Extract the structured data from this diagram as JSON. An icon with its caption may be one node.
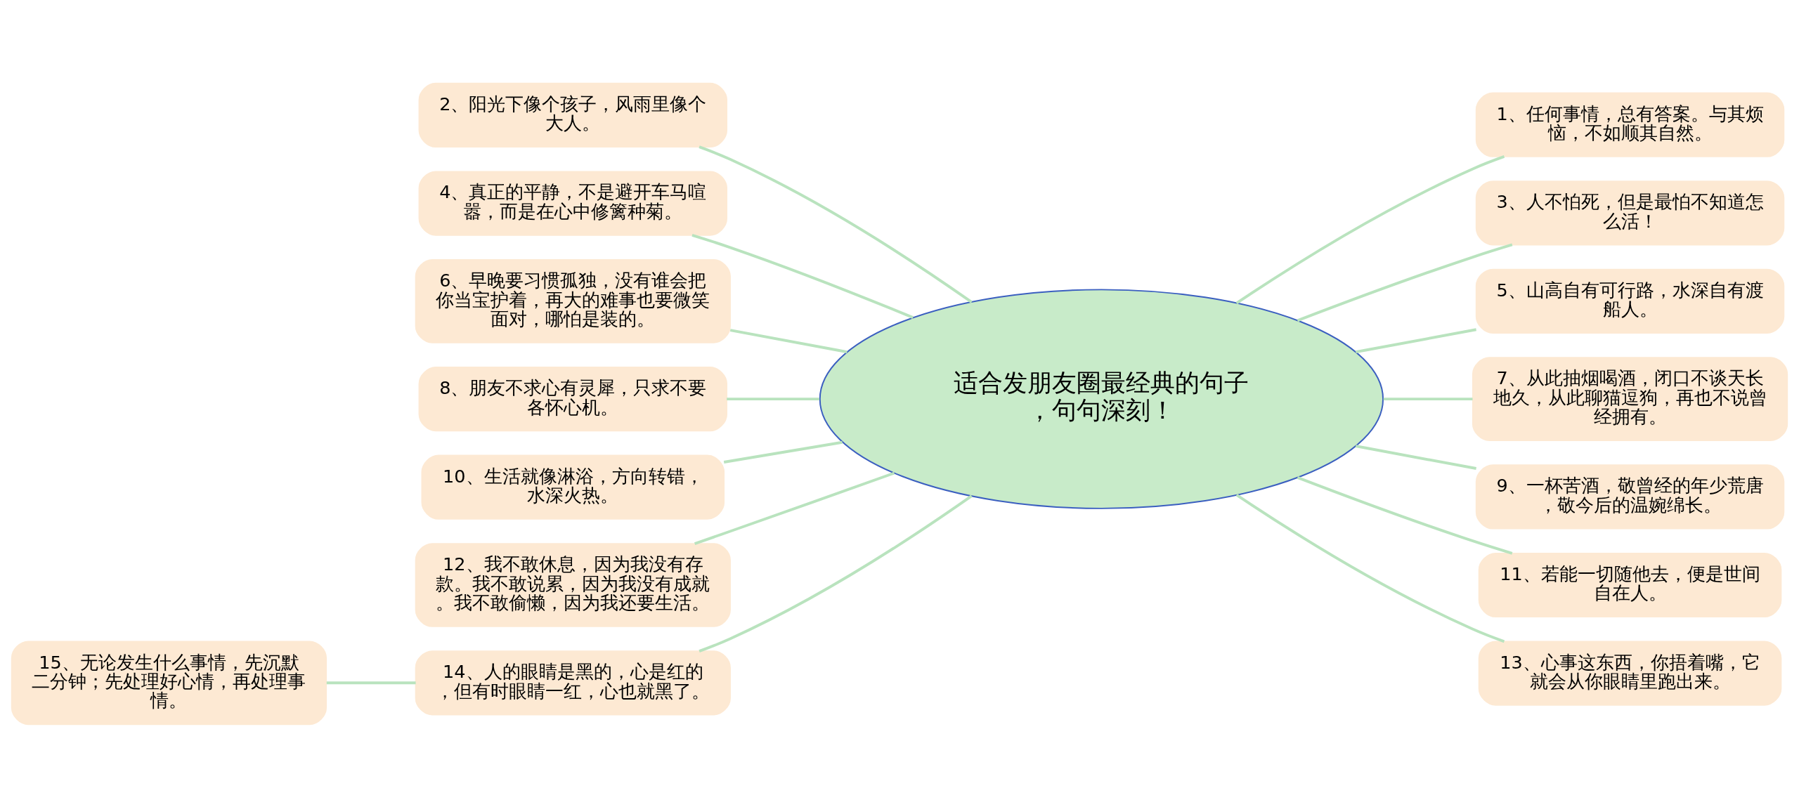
{
  "diagram": {
    "nodes": [
      {
        "text": [
          "适合发朋友圈最经典的句子，句句深刻！"
        ]
      },
      {
        "text": [
          "2、阳光下像个孩子，风雨里像个大人。"
        ]
      },
      {
        "text": [
          "4、真正的平静，不是避开车马喧嚣，而是在心中修篱种菊。"
        ]
      },
      {
        "text": [
          "6、早晚要习惯孤独，没有谁会把你当宝护着，再大的难事也要微笑面对，哪怕是装的。"
        ]
      },
      {
        "text": [
          "8、朋友不求心有灵犀，只求不要各怀心机。"
        ]
      },
      {
        "text": [
          "10、生活就像淋浴，方向转错，水深火热。"
        ]
      },
      {
        "text": [
          "12、我不敢休息，因为我没有存款。我不敢说累，因为我没有成就。我不敢偷懒，因为我还要生活。"
        ]
      },
      {
        "text": [
          "14、人的眼睛是黑的，心是红的，但有时眼睛一红，心也就黑了。"
        ]
      },
      {
        "text": [
          "15、无论发生什么事情，先沉默二分钟；先处理好心情，再处理事情。"
        ]
      },
      {
        "text": [
          "1、任何事情，总有答案。与其烦恼，不如顺其自然。"
        ]
      },
      {
        "text": [
          "3、人不怕死，但是最怕不知道怎么活！"
        ]
      },
      {
        "text": [
          "5、山高自有可行路，水深自有渡船人。"
        ]
      },
      {
        "text": [
          "7、从此抽烟喝酒，闭口不谈天长地久，从此聊猫逗狗，再也不说曾经拥有。"
        ]
      },
      {
        "text": [
          "9、一杯苦酒，敬曾经的年少荒唐，敬今后的温婉绵长。"
        ]
      },
      {
        "text": [
          "11、若能一切随他去，便是世间自在人。"
        ]
      },
      {
        "text": [
          "13、心事这东西，你捂着嘴，它就会从你眼睛里跑出来。"
        ]
      }
    ],
    "edges": [
      {
        "from": 1,
        "to": 0,
        "arrow": "none"
      },
      {
        "from": 2,
        "to": 0,
        "arrow": "none"
      },
      {
        "from": 3,
        "to": 0,
        "arrow": "none"
      },
      {
        "from": 4,
        "to": 0,
        "arrow": "none"
      },
      {
        "from": 5,
        "to": 0,
        "arrow": "none"
      },
      {
        "from": 6,
        "to": 0,
        "arrow": "none"
      },
      {
        "from": 7,
        "to": 0,
        "arrow": "none"
      },
      {
        "from": 8,
        "to": 7,
        "arrow": "none"
      },
      {
        "from": 0,
        "to": 9,
        "arrow": "none"
      },
      {
        "from": 0,
        "to": 10,
        "arrow": "none"
      },
      {
        "from": 0,
        "to": 11,
        "arrow": "none"
      },
      {
        "from": 0,
        "to": 12,
        "arrow": "none"
      },
      {
        "from": 0,
        "to": 13,
        "arrow": "none"
      },
      {
        "from": 0,
        "to": 14,
        "arrow": "none"
      },
      {
        "from": 0,
        "to": 15,
        "arrow": "none"
      }
    ]
  }
}
